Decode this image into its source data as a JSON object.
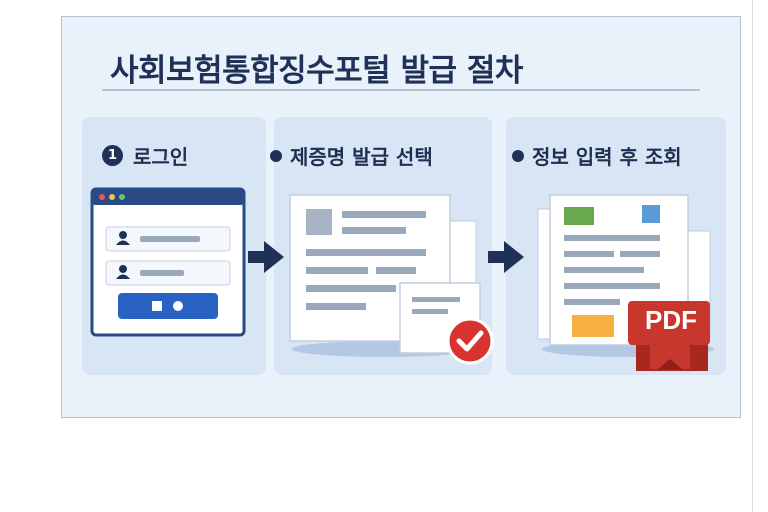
{
  "title": "사회보험통합징수포털 발급 절차",
  "steps": [
    {
      "number": "1",
      "label": "로그인"
    },
    {
      "label": "제증명 발급 선택"
    },
    {
      "label": "정보 입력 후 조회"
    }
  ],
  "pdf_badge": "PDF",
  "colors": {
    "title": "#1f3157",
    "panel": "#d8e5f4",
    "card": "#e9f1fa",
    "accent_blue": "#2a62c4",
    "pdf_red": "#c8372d",
    "check_red": "#d8332e"
  },
  "icons": [
    "login-window-icon",
    "user-icon",
    "arrow-right-icon",
    "document-icon",
    "checkmark-badge-icon",
    "pdf-file-icon"
  ]
}
